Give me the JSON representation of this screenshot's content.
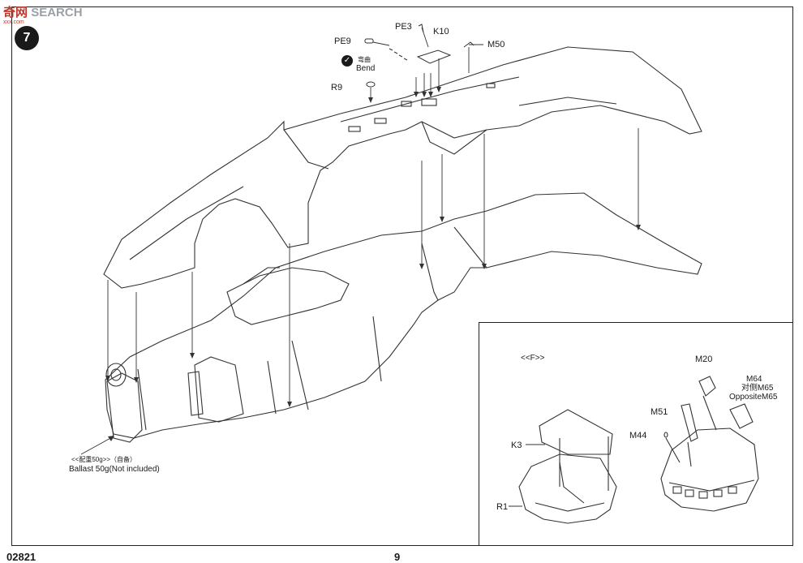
{
  "header": {
    "logo_main": "奇",
    "logo_mid": "网",
    "logo_word": "SEARCH",
    "logo_sub": "xxx.com",
    "step_number": "7"
  },
  "callouts": {
    "pe3": "PE3",
    "k10": "K10",
    "pe9": "PE9",
    "m50": "M50",
    "bend_cn": "弯曲",
    "bend_en": "Bend",
    "r9": "R9"
  },
  "ballast": {
    "cn": "<<配重50g>>（自备）",
    "en": "Ballast 50g(Not included)"
  },
  "inset": {
    "title": "<<F>>",
    "m20": "M20",
    "m64": "M64",
    "m65_cn": "对侧M65",
    "m65_en": "OppositeM65",
    "m51": "M51",
    "m44": "M44",
    "k3": "K3",
    "r1": "R1"
  },
  "footer": {
    "kit_number": "02821",
    "page_number": "9"
  }
}
